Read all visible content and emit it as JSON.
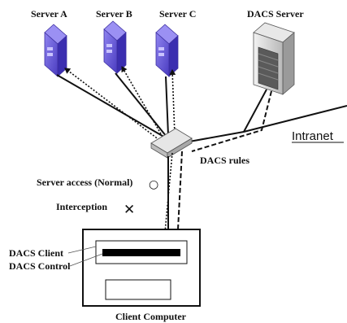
{
  "servers": [
    {
      "label": "Server A",
      "color": "#6a5acd"
    },
    {
      "label": "Server B",
      "color": "#6a5acd"
    },
    {
      "label": "Server C",
      "color": "#6a5acd"
    }
  ],
  "dacs_server": {
    "label": "DACS Server",
    "color": "#cfcfcf"
  },
  "network": {
    "intranet_label": "Intranet",
    "switch_color": "#d9d9d9"
  },
  "dacs_rules_label": "DACS rules",
  "legend": {
    "normal_label": "Server access (Normal)",
    "normal_symbol": "○",
    "interception_label": "Interception",
    "interception_symbol": "✕"
  },
  "client": {
    "dacs_client_label": "DACS Client",
    "dacs_control_label": "DACS Control",
    "computer_label": "Client Computer"
  }
}
